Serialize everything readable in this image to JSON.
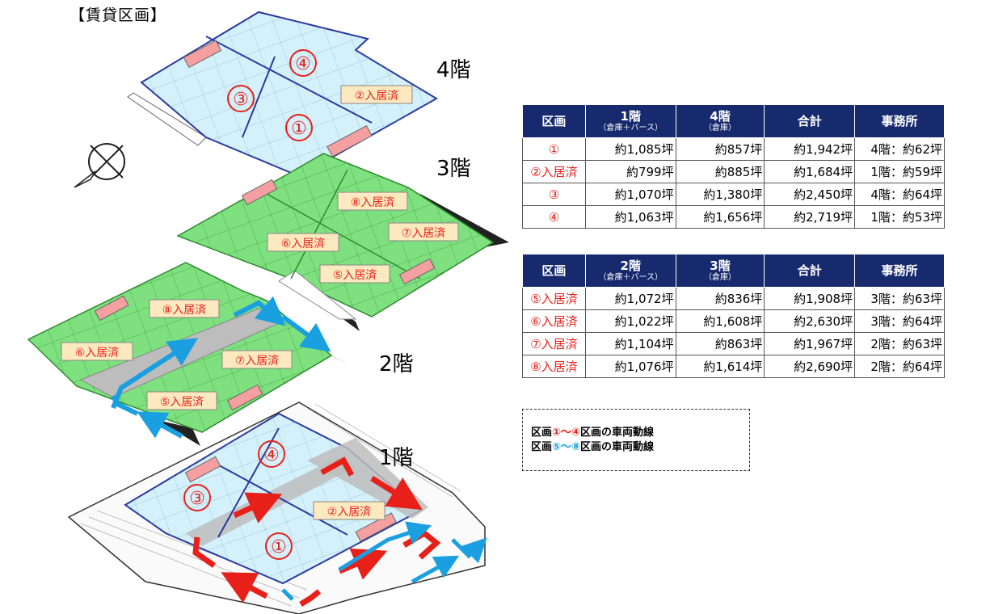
{
  "title": "【賃貸区画】",
  "floors": {
    "f4": "4階",
    "f3": "3階",
    "f2": "2階",
    "f1": "1階"
  },
  "plan_labels": {
    "z1": "①",
    "z3": "③",
    "z4": "④",
    "occ2": "②入居済",
    "occ5": "⑤入居済",
    "occ6": "⑥入居済",
    "occ7": "⑦入居済",
    "occ8": "⑧入居済"
  },
  "table1": {
    "headers": [
      {
        "main": "区画",
        "sub": ""
      },
      {
        "main": "1階",
        "sub": "（倉庫＋バース）"
      },
      {
        "main": "4階",
        "sub": "（倉庫）"
      },
      {
        "main": "合計",
        "sub": ""
      },
      {
        "main": "事務所",
        "sub": ""
      }
    ],
    "rows": [
      [
        "①",
        "約1,085坪",
        "約857坪",
        "約1,942坪",
        "4階：約62坪"
      ],
      [
        "②入居済",
        "約799坪",
        "約885坪",
        "約1,684坪",
        "1階：約59坪"
      ],
      [
        "③",
        "約1,070坪",
        "約1,380坪",
        "約2,450坪",
        "4階：約64坪"
      ],
      [
        "④",
        "約1,063坪",
        "約1,656坪",
        "約2,719坪",
        "1階：約53坪"
      ]
    ]
  },
  "table2": {
    "headers": [
      {
        "main": "区画",
        "sub": ""
      },
      {
        "main": "2階",
        "sub": "（倉庫＋バース）"
      },
      {
        "main": "3階",
        "sub": "（倉庫）"
      },
      {
        "main": "合計",
        "sub": ""
      },
      {
        "main": "事務所",
        "sub": ""
      }
    ],
    "rows": [
      [
        "⑤入居済",
        "約1,072坪",
        "約836坪",
        "約1,908坪",
        "3階：約63坪"
      ],
      [
        "⑥入居済",
        "約1,022坪",
        "約1,608坪",
        "約2,630坪",
        "3階：約64坪"
      ],
      [
        "⑦入居済",
        "約1,104坪",
        "約863坪",
        "約1,967坪",
        "2階：約63坪"
      ],
      [
        "⑧入居済",
        "約1,076坪",
        "約1,614坪",
        "約2,690坪",
        "2階：約64坪"
      ]
    ]
  },
  "legend": {
    "line1_prefix": "区画",
    "line1_range": "①～④",
    "line1_suffix": "区画の車両動線",
    "line2_prefix": "区画",
    "line2_range": "⑤～⑧",
    "line2_suffix": "区画の車両動線"
  },
  "colors": {
    "header_bg": "#172a6e",
    "red": "#e8201a",
    "blue": "#1aa0e0",
    "floor_blue": "#d4f1fb",
    "floor_green": "#7fe07f"
  }
}
